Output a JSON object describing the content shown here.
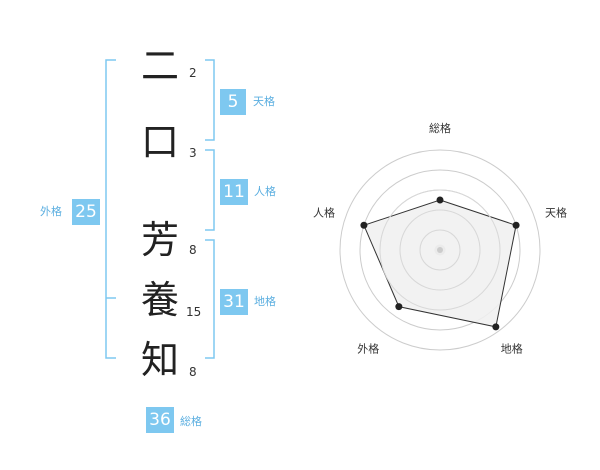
{
  "name": {
    "characters": [
      {
        "char": "二",
        "strokes": "2"
      },
      {
        "char": "口",
        "strokes": "3"
      },
      {
        "char": "芳",
        "strokes": "8"
      },
      {
        "char": "養",
        "strokes": "15"
      },
      {
        "char": "知",
        "strokes": "8"
      }
    ]
  },
  "fortune": {
    "tenkaku": {
      "value": "5",
      "label": "天格"
    },
    "jinkaku": {
      "value": "11",
      "label": "人格"
    },
    "chikaku": {
      "value": "31",
      "label": "地格"
    },
    "gaikaku": {
      "value": "25",
      "label": "外格"
    },
    "soukaku": {
      "value": "36",
      "label": "総格"
    }
  },
  "radar": {
    "axes": [
      "総格",
      "天格",
      "地格",
      "外格",
      "人格"
    ],
    "values": [
      0.5,
      0.8,
      0.95,
      0.7,
      0.8
    ],
    "max": 1
  },
  "colors": {
    "accent": "#7ec8f0",
    "accent_text": "#5aaee0",
    "bracket": "#7ec8f0",
    "radar_fill": "#f0f0f0",
    "radar_ring": "#cccccc",
    "radar_line": "#333333"
  }
}
